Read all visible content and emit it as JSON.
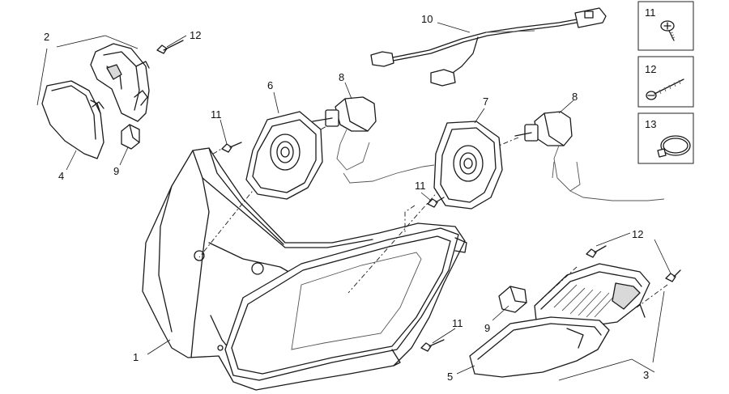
{
  "diagram": {
    "callouts": {
      "c1": "1",
      "c2": "2",
      "c3": "3",
      "c4": "4",
      "c5": "5",
      "c6": "6",
      "c7": "7",
      "c8a": "8",
      "c8b": "8",
      "c9a": "9",
      "c9b": "9",
      "c10": "10",
      "c11a": "11",
      "c11b": "11",
      "c11c": "11",
      "c12a": "12",
      "c12b": "12"
    },
    "insets": [
      {
        "label": "11",
        "icon": "screw-icon"
      },
      {
        "label": "12",
        "icon": "self-tapping-screw-icon"
      },
      {
        "label": "13",
        "icon": "hose-clamp-icon"
      }
    ]
  }
}
